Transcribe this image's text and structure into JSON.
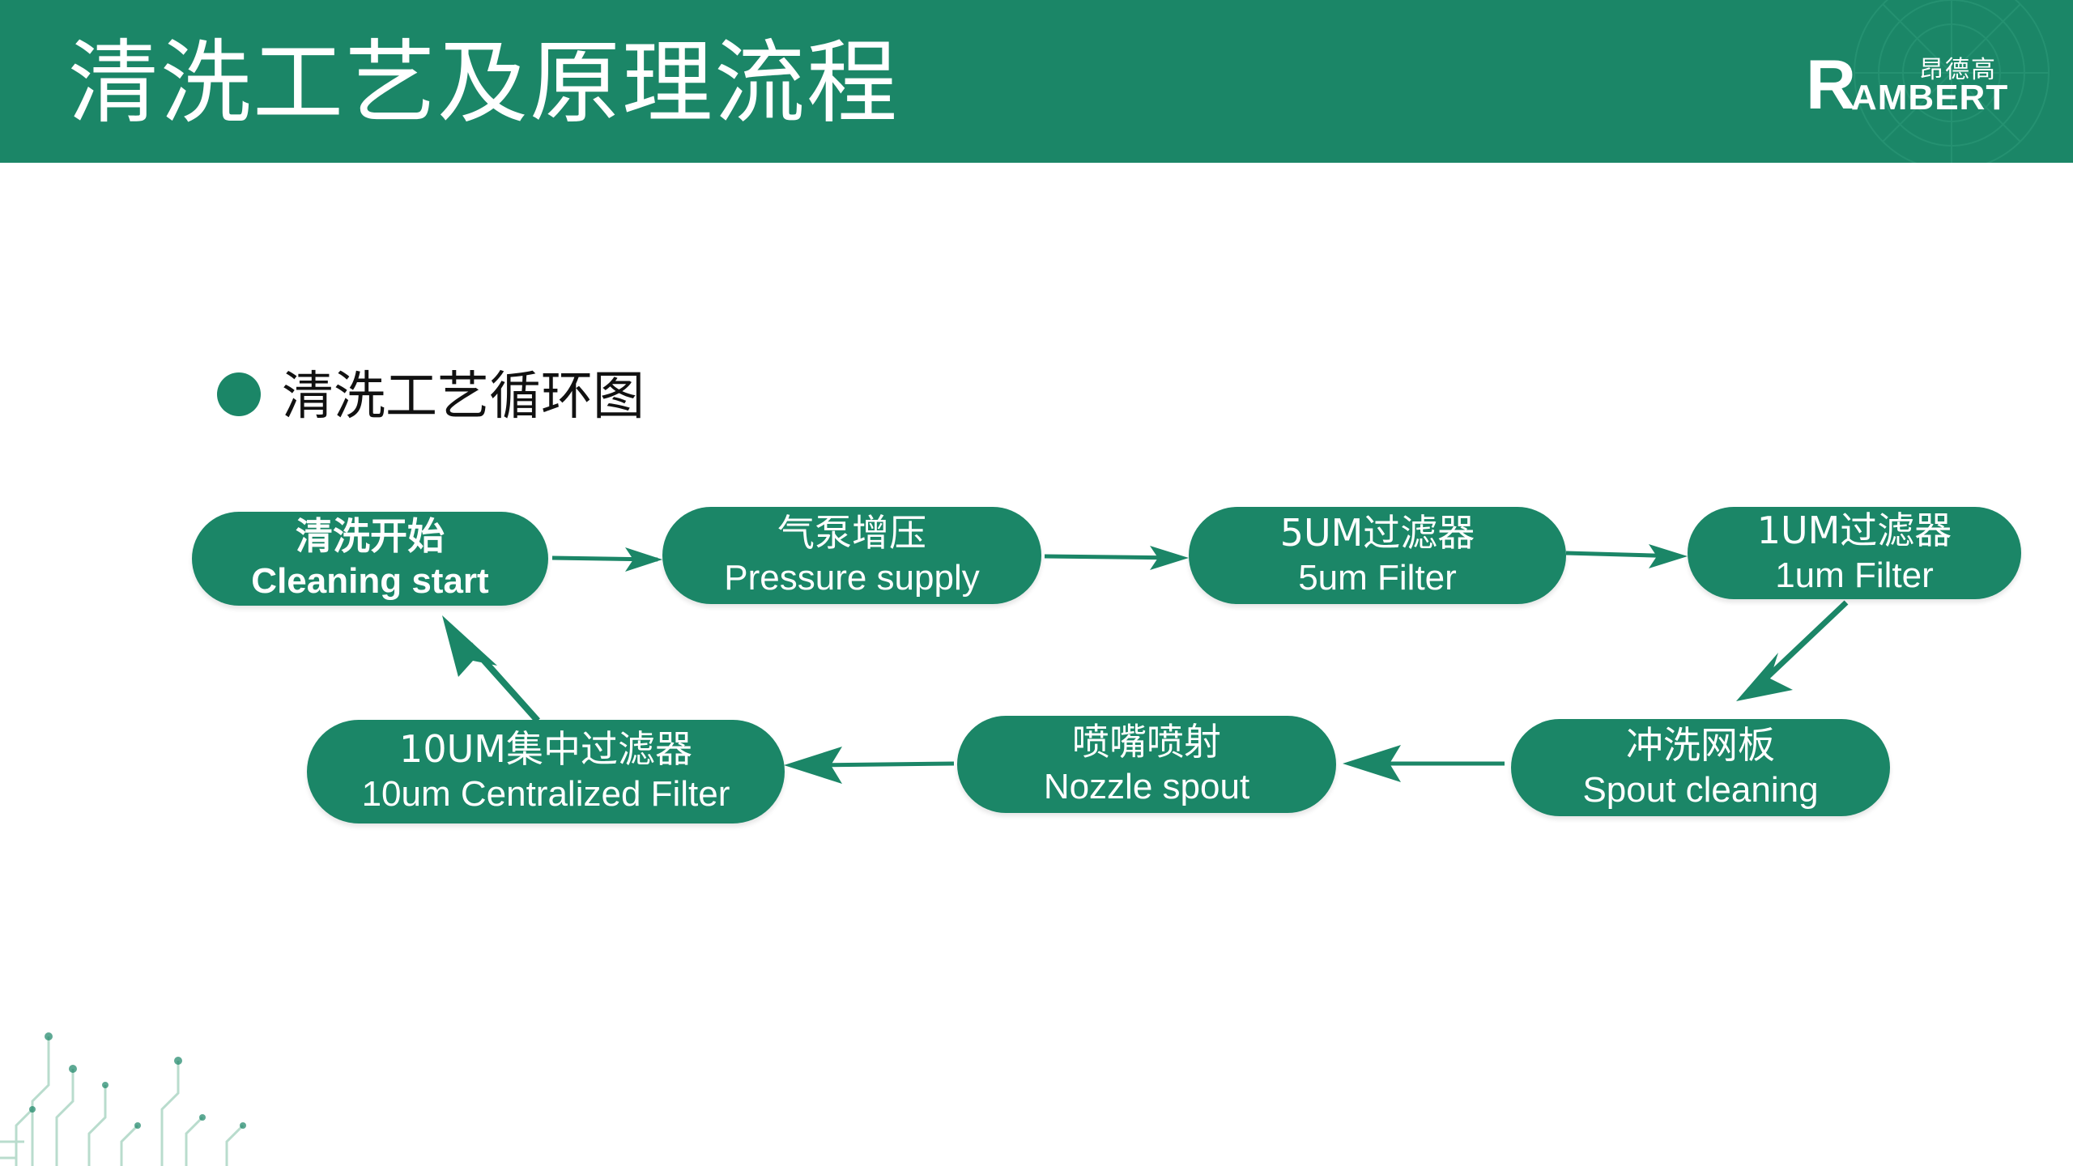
{
  "header": {
    "title": "清洗工艺及原理流程",
    "logo": {
      "cn": "昂德高",
      "initial": "R",
      "rest": "AMBERT"
    }
  },
  "section": {
    "title": "清洗工艺循环图"
  },
  "diagram": {
    "nodes": [
      {
        "id": "start",
        "cn": "清洗开始",
        "en": "Cleaning start"
      },
      {
        "id": "pump",
        "cn": "气泵增压",
        "en": "Pressure supply"
      },
      {
        "id": "filter5",
        "cn": "5UM过滤器",
        "en": "5um Filter"
      },
      {
        "id": "filter1",
        "cn": "1UM过滤器",
        "en": "1um Filter"
      },
      {
        "id": "spout-clean",
        "cn": "冲洗网板",
        "en": "Spout cleaning"
      },
      {
        "id": "nozzle",
        "cn": "喷嘴喷射",
        "en": "Nozzle spout"
      },
      {
        "id": "filter10",
        "cn": "10UM集中过滤器",
        "en": "10um Centralized Filter"
      }
    ],
    "edges": [
      [
        "start",
        "pump"
      ],
      [
        "pump",
        "filter5"
      ],
      [
        "filter5",
        "filter1"
      ],
      [
        "filter1",
        "spout-clean"
      ],
      [
        "spout-clean",
        "nozzle"
      ],
      [
        "nozzle",
        "filter10"
      ],
      [
        "filter10",
        "start"
      ]
    ]
  },
  "colors": {
    "brand_green": "#1b8667",
    "text_dark": "#111111",
    "on_green": "#ffffff"
  }
}
